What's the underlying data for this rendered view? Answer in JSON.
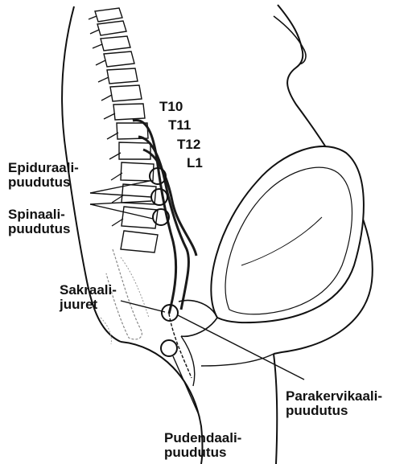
{
  "labels": {
    "vertebrae": {
      "t10": "T10",
      "t11": "T11",
      "t12": "T12",
      "l1": "L1"
    },
    "epidural": {
      "line1": "Epiduraali-",
      "line2": "puudutus"
    },
    "spinal": {
      "line1": "Spinaali-",
      "line2": "puudutus"
    },
    "sacral": {
      "line1": "Sakraali-",
      "line2": "juuret"
    },
    "paracervical": {
      "line1": "Parakervikaali-",
      "line2": "puudutus"
    },
    "pudendal": {
      "line1": "Pudendaali-",
      "line2": "puudutus"
    }
  },
  "colors": {
    "ink": "#111111",
    "nerve": "#1a1a1a",
    "background": "#ffffff"
  }
}
